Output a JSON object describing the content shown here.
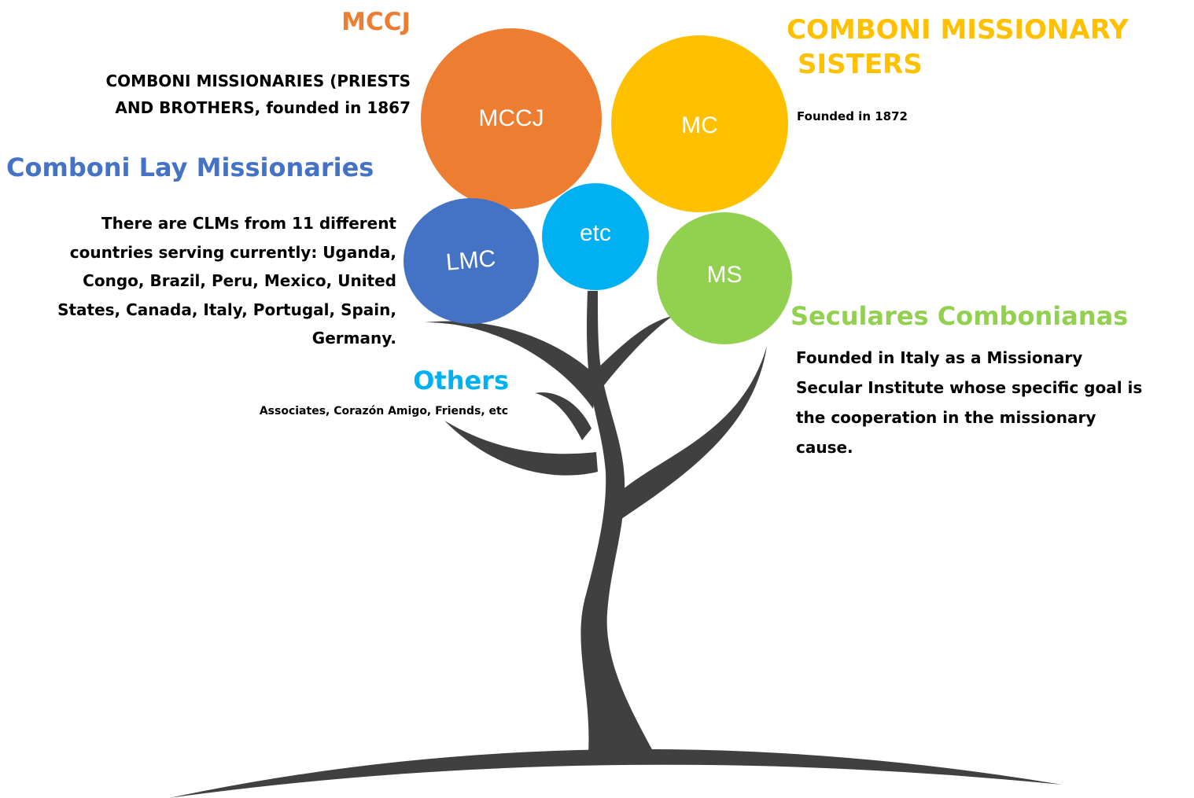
{
  "colors": {
    "mccj": "#ED7D31",
    "mc": "#FFC000",
    "lmc": "#4472C4",
    "etc": "#00B0F0",
    "ms": "#92D050",
    "trunk": "#404040",
    "text": "#000000"
  },
  "circles": {
    "mccj": "MCCJ",
    "mc": "MC",
    "lmc": "LMC",
    "etc": "etc",
    "ms": "MS"
  },
  "mccj": {
    "heading": "MCCJ",
    "desc_line1": "COMBONI MISSIONARIES (PRIESTS",
    "desc_line2": "AND BROTHERS, founded in 1867"
  },
  "sisters": {
    "heading_line1": "COMBONI MISSIONARY",
    "heading_line2": "SISTERS",
    "desc": "Founded in 1872"
  },
  "lay": {
    "heading": "Comboni Lay Missionaries",
    "desc_lines": [
      "There are CLMs from 11 different",
      "countries serving currently: Uganda,",
      "Congo, Brazil, Peru, Mexico, United",
      "States, Canada, Italy, Portugal, Spain,",
      "Germany."
    ]
  },
  "others": {
    "heading": "Others",
    "desc": "Associates, Corazón Amigo, Friends, etc"
  },
  "seculares": {
    "heading": "Seculares Combonianas",
    "desc_lines": [
      "Founded in Italy as  a Missionary",
      "Secular Institute whose specific goal is",
      "the cooperation in the missionary",
      "cause."
    ]
  }
}
